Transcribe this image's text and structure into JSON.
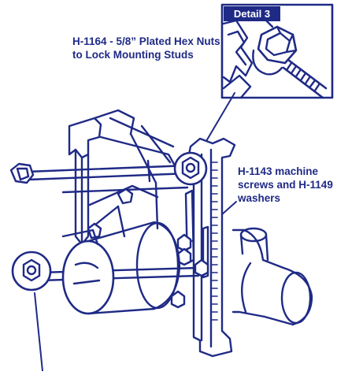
{
  "detail": {
    "tag": "Detail 3"
  },
  "callouts": {
    "nuts": "H-1164 - 5/8” Plated Hex Nuts to Lock Mounting Studs",
    "screws": "H-1143 machine screws and H-1149 washers"
  },
  "colors": {
    "ink": "#1f2a86",
    "paper": "#ffffff"
  }
}
